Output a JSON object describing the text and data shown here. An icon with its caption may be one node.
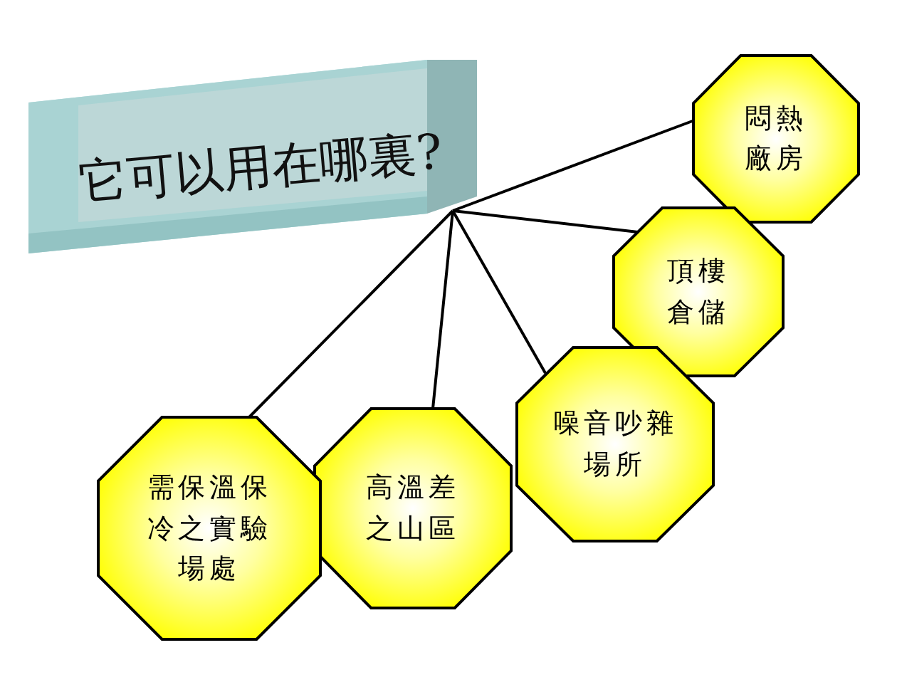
{
  "diagram": {
    "nodes": [
      {
        "text": [
          "它可以用在哪裏?"
        ]
      },
      {
        "text": [
          "悶熱廠房"
        ]
      },
      {
        "text": [
          "頂樓倉儲"
        ]
      },
      {
        "text": [
          "噪音吵雜場所"
        ]
      },
      {
        "text": [
          "高溫差之山區"
        ]
      },
      {
        "text": [
          "需保溫保冷之實驗場處"
        ]
      }
    ],
    "edges": [
      {
        "from": 0,
        "to": 1,
        "arrow": "none"
      },
      {
        "from": 0,
        "to": 2,
        "arrow": "none"
      },
      {
        "from": 0,
        "to": 3,
        "arrow": "none"
      },
      {
        "from": 0,
        "to": 4,
        "arrow": "none"
      },
      {
        "from": 0,
        "to": 5,
        "arrow": "none"
      }
    ]
  }
}
